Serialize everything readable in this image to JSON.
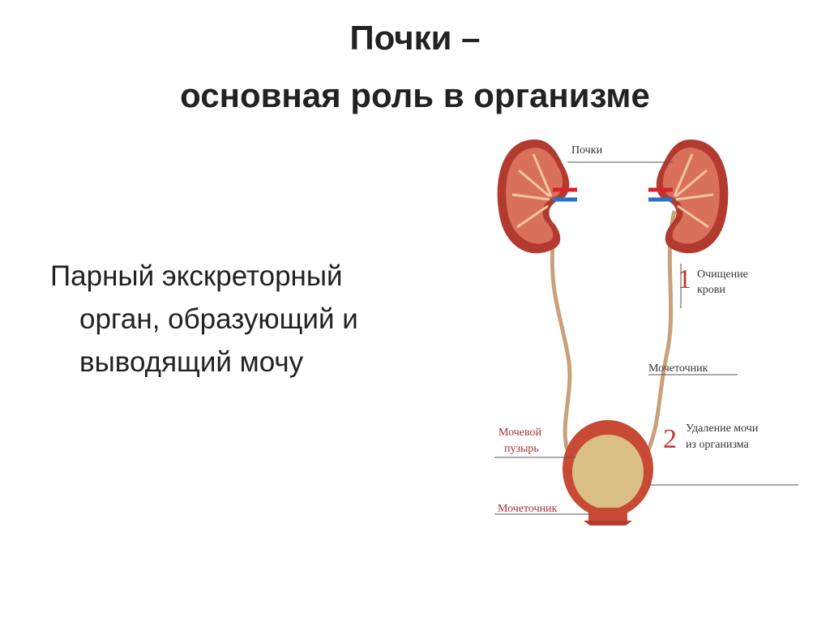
{
  "slide": {
    "title_line1": "Почки –",
    "title_line2": "основная роль в организме",
    "body": {
      "line1": "Парный экскреторный",
      "line2": "орган, образующий и",
      "line3": "выводящий мочу"
    }
  },
  "diagram": {
    "label_kidneys": "Почки",
    "step1_number": "1",
    "step1_line1": "Очищение",
    "step1_line2": "крови",
    "label_ureter": "Мочеточник",
    "label_bladder_line1": "Мочевой",
    "label_bladder_line2": "пузырь",
    "step2_number": "2",
    "step2_line1": "Удаление мочи",
    "step2_line2": "из организма",
    "label_urethra": "Мочеточник"
  },
  "colors": {
    "kidney_outer": "#b23a2e",
    "kidney_inner": "#d9705a",
    "artery": "#d8232a",
    "vein": "#2a6fc9",
    "ureter": "#c9a07a",
    "bladder_wall": "#c84a35",
    "bladder_lumen": "#d9bf86"
  }
}
